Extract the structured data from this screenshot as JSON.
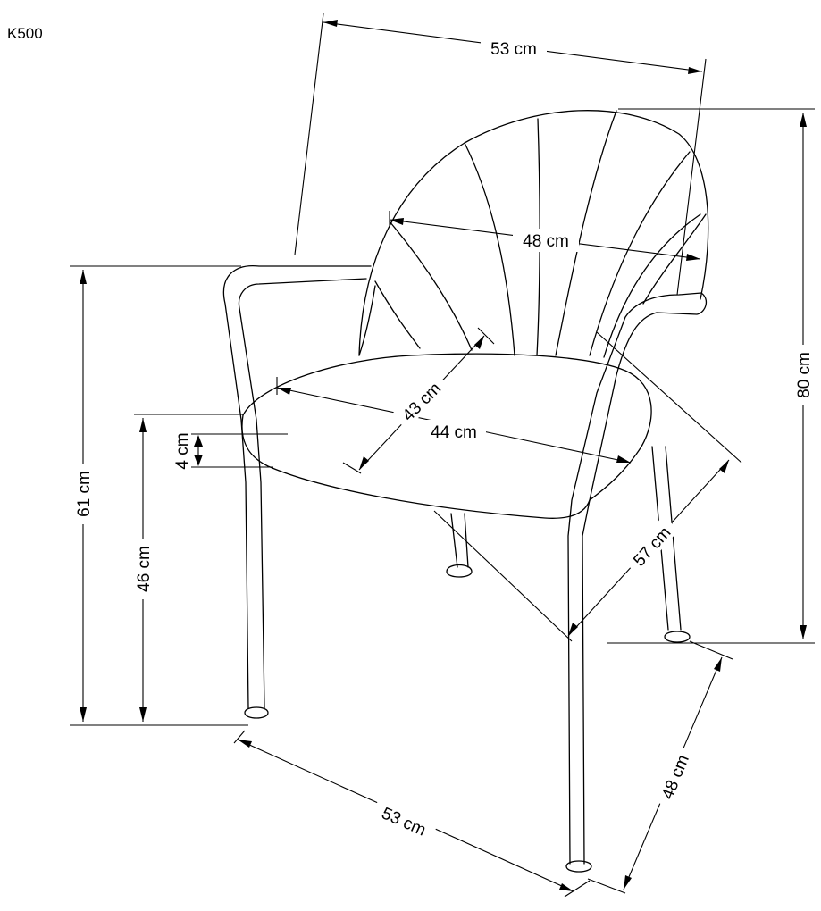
{
  "model_code": "K500",
  "dimensions": {
    "top_width": "53 cm",
    "backrest_width": "48 cm",
    "seat_depth": "43 cm",
    "seat_width": "44 cm",
    "cushion_thickness": "4 cm",
    "diagonal_depth": "57 cm",
    "armrest_height": "61 cm",
    "seat_height": "46 cm",
    "total_height": "80 cm",
    "base_width": "53 cm",
    "base_depth": "48 cm"
  }
}
